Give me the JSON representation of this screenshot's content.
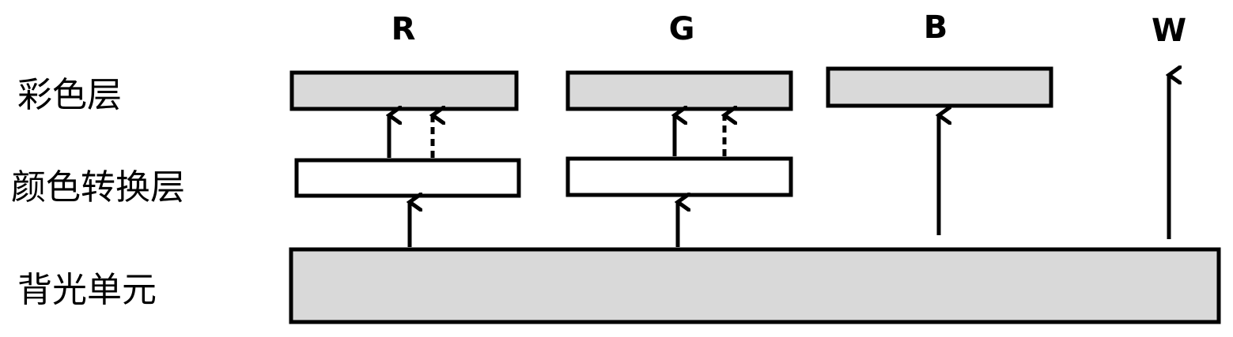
{
  "channels": {
    "r": "R",
    "g": "G",
    "b": "B",
    "w": "W"
  },
  "layers": {
    "color_layer": "彩色层",
    "conversion_layer": "颜色转换层",
    "backlight": "背光单元"
  },
  "colors": {
    "filled_box": "#d9d9d9",
    "empty_box": "#ffffff",
    "stroke": "#000000"
  }
}
